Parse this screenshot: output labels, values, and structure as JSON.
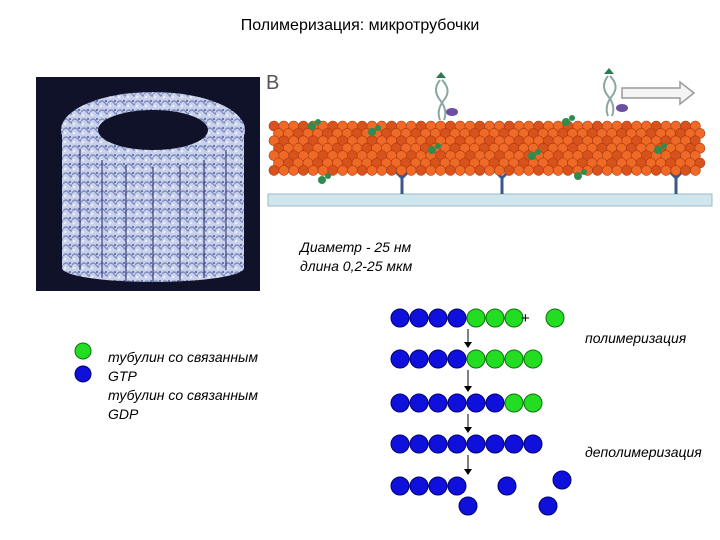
{
  "header": {
    "title": "Полимеризация: микротрубочки"
  },
  "panel_letter": "B",
  "dimensions": {
    "diameter": "Диаметр - 25 нм",
    "length": "длина 0,2-25 мкм"
  },
  "legend": {
    "gtp_line1": "тубулин со связанным",
    "gtp_line2": "GTP",
    "gdp_line1": "тубулин со связанным",
    "gdp_line2": "GDP",
    "gtp_color": "#22dd22",
    "gdp_color": "#1010dd"
  },
  "scheme": {
    "plus_sign": "+",
    "polymerization_label": "полимеризация",
    "depolymerization_label": "деполимеризация",
    "rows": [
      [
        "gdp",
        "gdp",
        "gdp",
        "gdp",
        "gtp",
        "gtp",
        "gtp"
      ],
      [
        "gdp",
        "gdp",
        "gdp",
        "gdp",
        "gtp",
        "gtp",
        "gtp",
        "gtp"
      ],
      [
        "gdp",
        "gdp",
        "gdp",
        "gdp",
        "gdp",
        "gdp",
        "gtp",
        "gtp"
      ],
      [
        "gdp",
        "gdp",
        "gdp",
        "gdp",
        "gdp",
        "gdp",
        "gdp",
        "gdp"
      ],
      [
        "gdp",
        "gdp",
        "gdp",
        "gdp"
      ]
    ],
    "free_subunits": [
      {
        "row": 0,
        "type": "gtp",
        "label": "free-gtp-tubulin"
      },
      {
        "row": 4,
        "type": "gdp",
        "label": "released-gdp-tubulin"
      },
      {
        "row": 4,
        "type": "gdp",
        "label": "released-gdp-tubulin"
      },
      {
        "row": 4,
        "type": "gdp",
        "label": "released-gdp-tubulin"
      },
      {
        "row": 4,
        "type": "gdp",
        "label": "released-gdp-tubulin"
      }
    ]
  },
  "images": {
    "left": "microtubule-3d-structure",
    "right": "microtubule-on-kinesin-motors"
  }
}
